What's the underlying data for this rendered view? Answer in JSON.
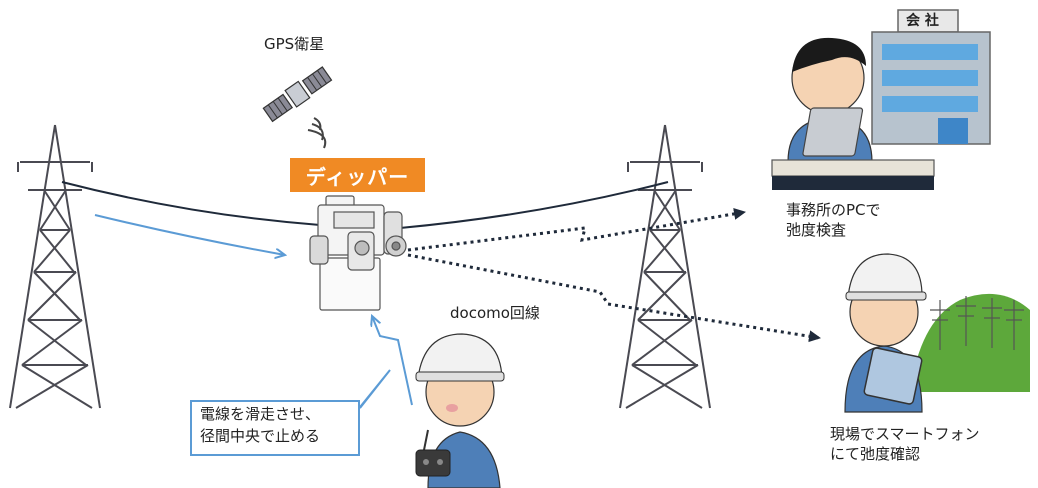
{
  "labels": {
    "gps": "GPS衛星",
    "device": "ディッパー",
    "network": "docomo回線",
    "office_line1": "事務所のPCで",
    "office_line2": "弛度検査",
    "field_line1": "現場でスマートフォン",
    "field_line2": "にて弛度確認",
    "callout_line1": "電線を滑走させ、",
    "callout_line2": "径間中央で止める",
    "company_sign": "会 社"
  },
  "colors": {
    "device_badge": "#F08A24",
    "arrow_blue": "#5B9BD5",
    "wire": "#1F2A3A",
    "signal": "#1F2A3A",
    "tower": "#4A4A52",
    "helmet": "#F2F2F2",
    "uniform": "#4E7FB8",
    "building": "#B7C3CE",
    "hill": "#5DA83B"
  },
  "icons": [
    "transmission-tower-icon",
    "satellite-icon",
    "dipper-device-icon",
    "office-worker-icon",
    "office-building-icon",
    "field-worker-icon",
    "tablet-icon",
    "controller-operator-icon",
    "remote-controller-icon"
  ]
}
